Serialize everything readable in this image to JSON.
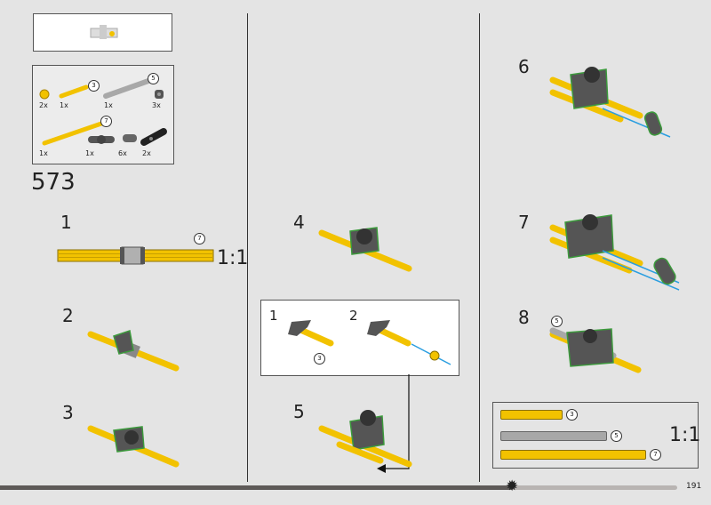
{
  "page_number": "191",
  "progress": 0.72,
  "parts_list": [
    {
      "qty": "2x",
      "part": "yellow-bush"
    },
    {
      "qty": "1x",
      "part": "yellow-axle",
      "length": "3"
    },
    {
      "qty": "1x",
      "part": "gray-axle",
      "length": "5"
    },
    {
      "qty": "3x",
      "part": "dark-gray-bush"
    },
    {
      "qty": "1x",
      "part": "yellow-axle",
      "length": "7"
    },
    {
      "qty": "1x",
      "part": "dark-gray-connector"
    },
    {
      "qty": "6x",
      "part": "dark-gray-link"
    },
    {
      "qty": "2x",
      "part": "black-connector"
    }
  ],
  "build_number": "573",
  "steps": {
    "s1": {
      "num": "1",
      "callout": "7",
      "ratio": "1:1"
    },
    "s2": {
      "num": "2"
    },
    "s3": {
      "num": "3"
    },
    "s4": {
      "num": "4"
    },
    "s5": {
      "num": "5"
    },
    "s6": {
      "num": "6"
    },
    "s7": {
      "num": "7"
    },
    "s8": {
      "num": "8",
      "callout": "5"
    }
  },
  "sub_steps": [
    {
      "num": "1",
      "callout": "3"
    },
    {
      "num": "2"
    }
  ],
  "ruler": {
    "ratio": "1:1",
    "axles": [
      {
        "length": "3",
        "color": "#f2c200"
      },
      {
        "length": "5",
        "color": "#a8a8a8"
      },
      {
        "length": "7",
        "color": "#f2c200"
      }
    ]
  },
  "colors": {
    "yellow": "#f2c200",
    "dark_gray": "#555555",
    "green_outline": "#3c9a3c",
    "arrow": "#2a9ee0"
  }
}
